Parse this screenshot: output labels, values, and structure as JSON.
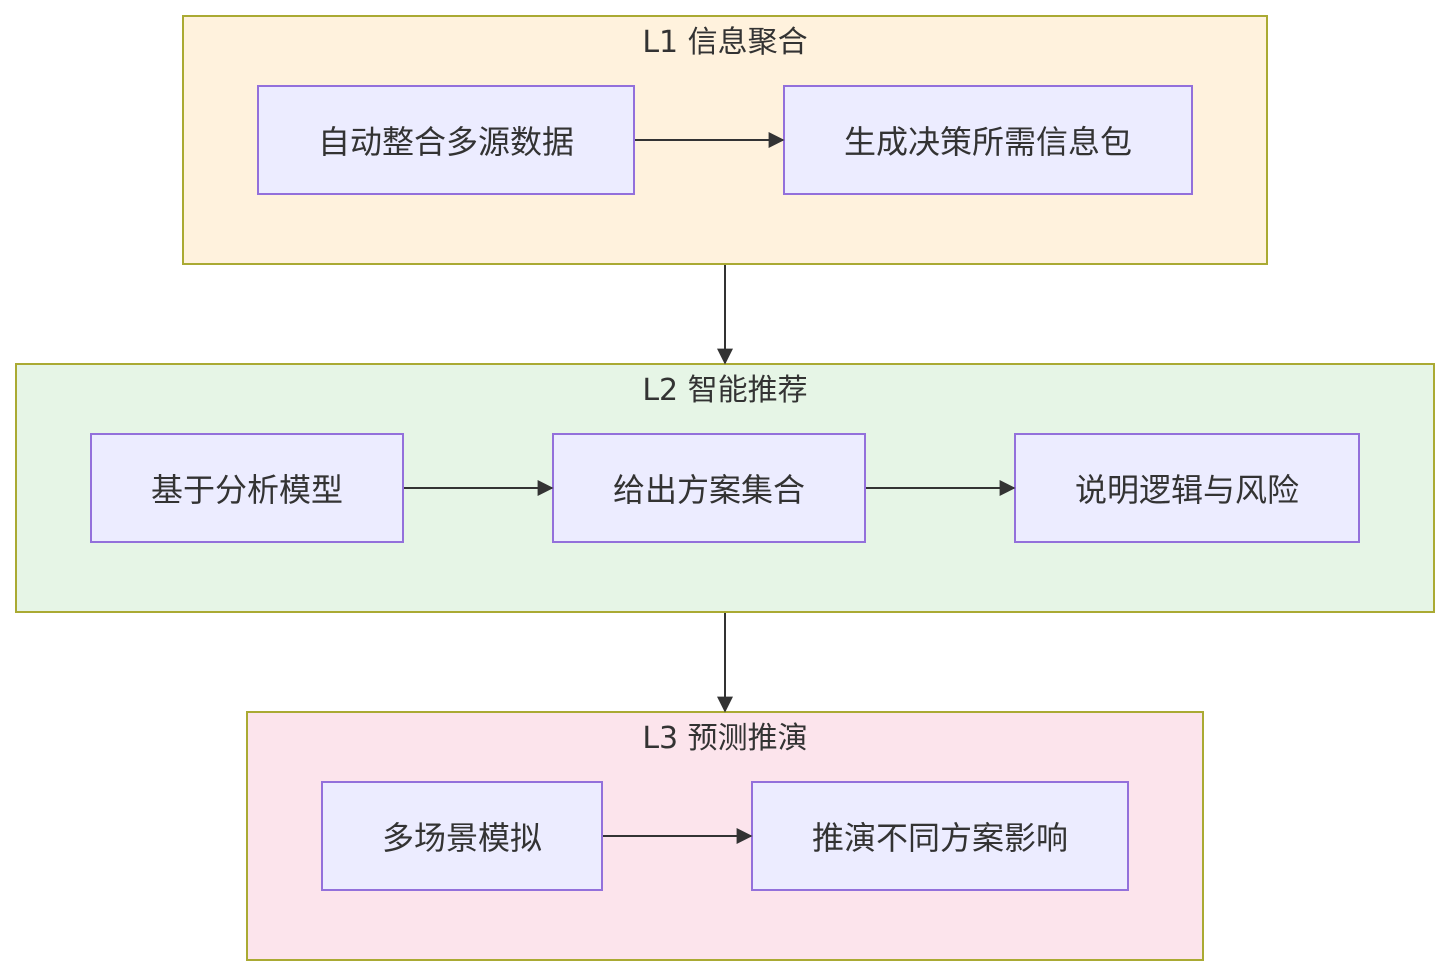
{
  "groups": {
    "l1": {
      "title": "L1 信息聚合",
      "nodes": {
        "a": "自动整合多源数据",
        "b": "生成决策所需信息包"
      }
    },
    "l2": {
      "title": "L2 智能推荐",
      "nodes": {
        "a": "基于分析模型",
        "b": "给出方案集合",
        "c": "说明逻辑与风险"
      }
    },
    "l3": {
      "title": "L3 预测推演",
      "nodes": {
        "a": "多场景模拟",
        "b": "推演不同方案影响"
      }
    }
  }
}
